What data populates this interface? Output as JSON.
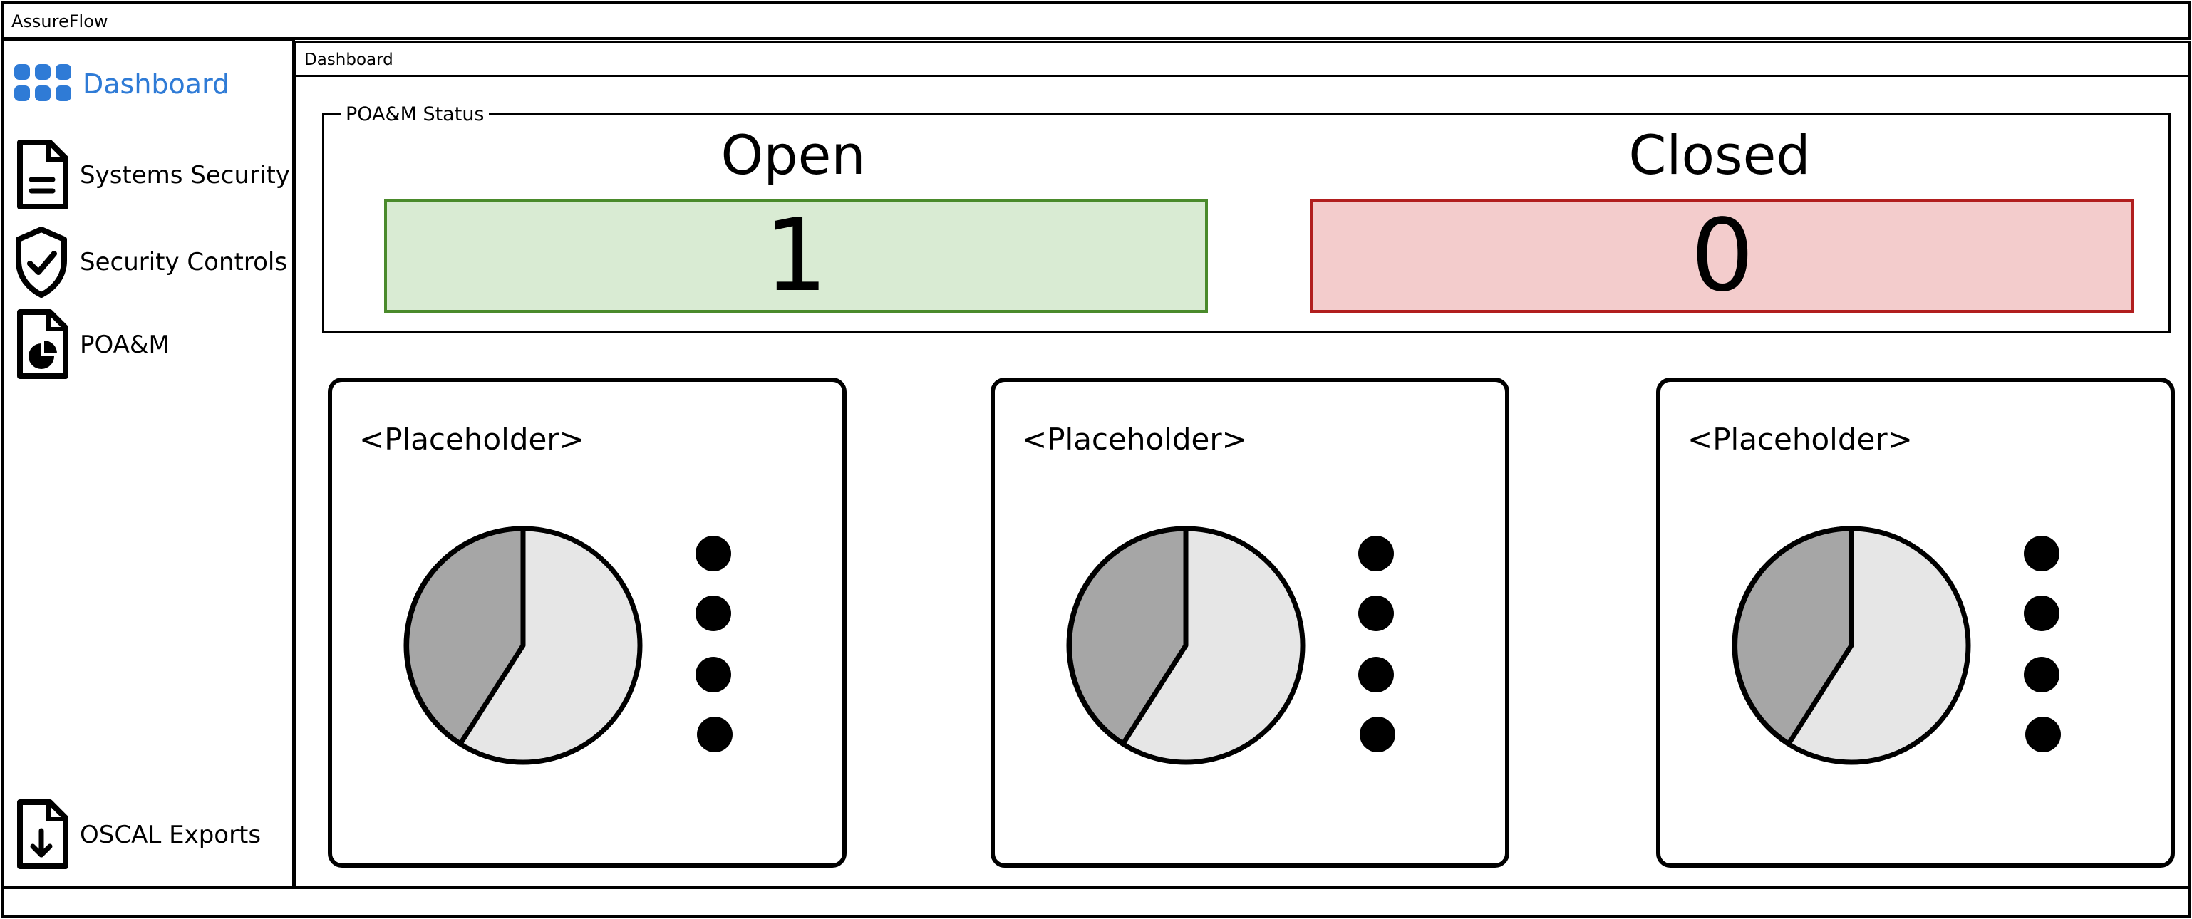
{
  "app": {
    "title": "AssureFlow"
  },
  "sidebar": {
    "items": [
      {
        "label": "Dashboard",
        "icon": "grid-icon",
        "active": true
      },
      {
        "label": "Systems Security",
        "icon": "document-icon"
      },
      {
        "label": "Security Controls",
        "icon": "shield-check-icon"
      },
      {
        "label": "POA&M",
        "icon": "pie-document-icon"
      },
      {
        "label": "OSCAL Exports",
        "icon": "download-document-icon"
      }
    ]
  },
  "tab": {
    "label": "Dashboard"
  },
  "poam_status": {
    "legend": "POA&M Status",
    "open": {
      "label": "Open",
      "value": "1"
    },
    "closed": {
      "label": "Closed",
      "value": "0"
    }
  },
  "cards": [
    {
      "title": "<Placeholder>"
    },
    {
      "title": "<Placeholder>"
    },
    {
      "title": "<Placeholder>"
    }
  ],
  "colors": {
    "active_nav": "#2f7bd6",
    "open_fill": "#d9ebd3",
    "open_border": "#4a8a2b",
    "closed_fill": "#f3cccc",
    "closed_border": "#b11e1e",
    "pie_dark": "#a6a6a6",
    "pie_light": "#e6e6e6"
  }
}
